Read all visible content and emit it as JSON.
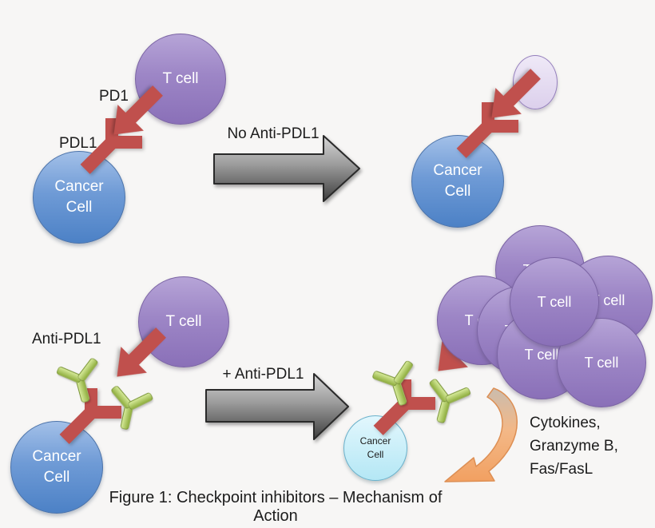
{
  "caption": "Figure 1: Checkpoint inhibitors – Mechanism of Action",
  "colors": {
    "t_cell_purple": "#8a70b8",
    "exhausted_t_cell_lavender": "#dcd0ec",
    "cancer_cell_blue": "#4c81c6",
    "dying_cancer_cell_cyan": "#b4e7f5",
    "pd1_pdl1_red": "#c0504d",
    "antibody_green": "#9bbb59",
    "transition_arrow_gray": "#404040",
    "cytokine_arrow_orange": "#f2a76e",
    "background": "#f7f6f5"
  },
  "top_left": {
    "t_cell": "T cell",
    "pd1": "PD1",
    "pdl1": "PDL1",
    "cancer_line1": "Cancer",
    "cancer_line2": "Cell"
  },
  "transition_top": {
    "label": "No Anti-PDL1"
  },
  "top_right": {
    "cancer_line1": "Cancer",
    "cancer_line2": "Cell"
  },
  "bottom_left": {
    "t_cell": "T cell",
    "anti_pdl1": "Anti-PDL1",
    "cancer_line1": "Cancer",
    "cancer_line2": "Cell"
  },
  "transition_bottom": {
    "label": "+ Anti-PDL1"
  },
  "bottom_right": {
    "t_cell": "T cell",
    "cancer_line1": "Cancer",
    "cancer_line2": "Cell",
    "effectors": [
      "Cytokines,",
      "Granzyme B,",
      "Fas/FasL"
    ]
  }
}
